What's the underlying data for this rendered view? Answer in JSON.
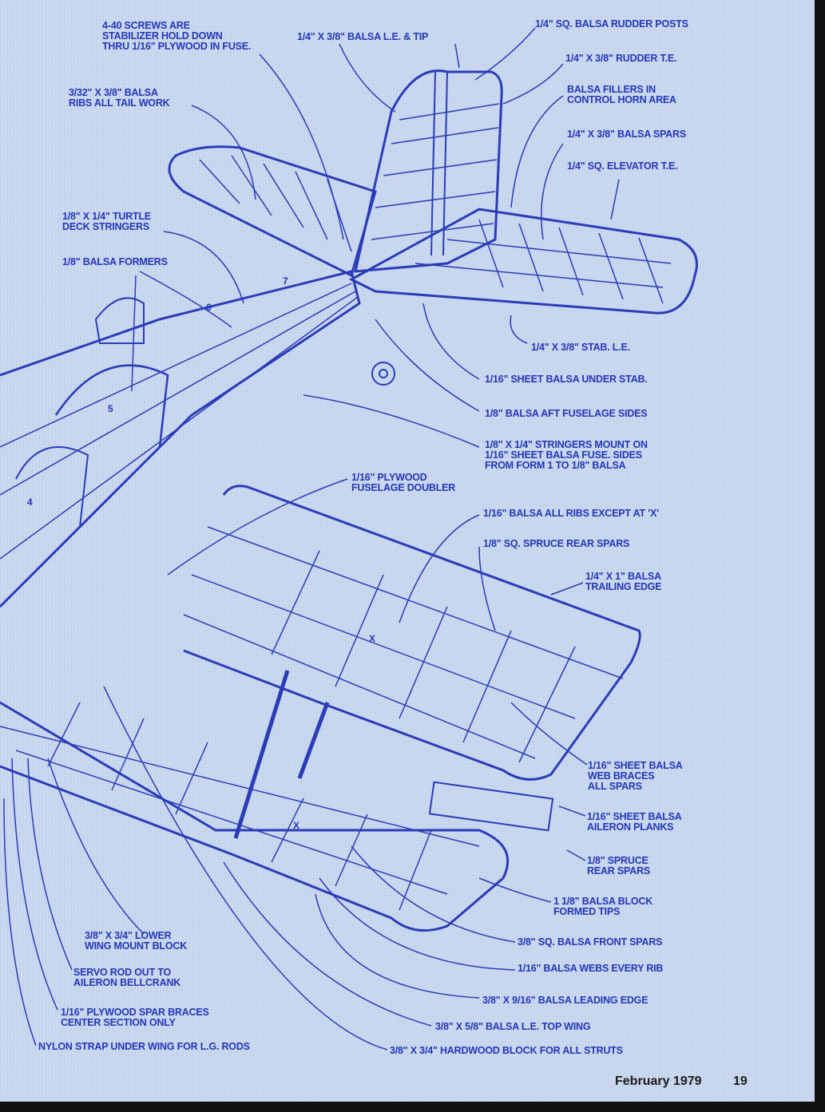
{
  "labels": {
    "screws": [
      "4-40 SCREWS ARE",
      "STABILIZER HOLD DOWN",
      "THRU 1/16\" PLYWOOD IN FUSE."
    ],
    "balsa_le_tip": [
      "1/4\" X 3/8\" BALSA L.E. & TIP"
    ],
    "rudder_posts": [
      "1/4\" SQ. BALSA RUDDER POSTS"
    ],
    "rudder_te": [
      "1/4\" X 3/8\" RUDDER T.E."
    ],
    "balsa_fillers": [
      "BALSA FILLERS IN",
      "CONTROL HORN AREA"
    ],
    "balsa_spars": [
      "1/4\" X 3/8\" BALSA SPARS"
    ],
    "elevator_te": [
      "1/4\" SQ. ELEVATOR T.E."
    ],
    "tail_ribs": [
      "3/32\" X 3/8\" BALSA",
      "RIBS ALL TAIL WORK"
    ],
    "turtle_deck": [
      "1/8\" X 1/4\" TURTLE",
      "DECK STRINGERS"
    ],
    "formers": [
      "1/8\" BALSA FORMERS"
    ],
    "stab_le": [
      "1/4\" X 3/8\" STAB. L.E."
    ],
    "sheet_under_stab": [
      "1/16\" SHEET BALSA UNDER STAB."
    ],
    "aft_fuselage": [
      "1/8\" BALSA AFT FUSELAGE SIDES"
    ],
    "stringers": [
      "1/8\" X 1/4\" STRINGERS MOUNT ON",
      "1/16\" SHEET BALSA FUSE. SIDES",
      "FROM FORM 1 TO 1/8\" BALSA"
    ],
    "fuselage_doubler": [
      "1/16\" PLYWOOD",
      "FUSELAGE DOUBLER"
    ],
    "all_ribs": [
      "1/16\" BALSA ALL RIBS EXCEPT AT 'X'"
    ],
    "rear_spars_sq": [
      "1/8\" SQ. SPRUCE REAR SPARS"
    ],
    "trailing_edge": [
      "1/4\" X 1\" BALSA",
      "TRAILING EDGE"
    ],
    "web_braces": [
      "1/16\" SHEET BALSA",
      "WEB BRACES",
      "ALL SPARS"
    ],
    "aileron_planks": [
      "1/16\" SHEET BALSA",
      "AILERON PLANKS"
    ],
    "spruce_rear": [
      "1/8\" SPRUCE",
      "REAR SPARS"
    ],
    "formed_tips": [
      "1 1/8\" BALSA BLOCK",
      "FORMED TIPS"
    ],
    "front_spars": [
      "3/8\" SQ. BALSA FRONT SPARS"
    ],
    "webs_every_rib": [
      "1/16\" BALSA WEBS EVERY RIB"
    ],
    "leading_edge": [
      "3/8\" X 9/16\" BALSA LEADING EDGE"
    ],
    "le_top_wing": [
      "3/8\" X 5/8\" BALSA  L.E. TOP WING"
    ],
    "hardwood_block": [
      "3/8\" X 3/4\" HARDWOOD BLOCK FOR ALL STRUTS"
    ],
    "lower_mount": [
      "3/8\" X 3/4\" LOWER",
      "WING MOUNT BLOCK"
    ],
    "servo_rod": [
      "SERVO ROD OUT TO",
      "AILERON BELLCRANK"
    ],
    "spar_braces": [
      "1/16\" PLYWOOD SPAR BRACES",
      "CENTER SECTION ONLY"
    ],
    "nylon_strap": [
      "NYLON STRAP UNDER WING FOR L.G. RODS"
    ]
  },
  "marks": {
    "former4": "4",
    "former5": "5",
    "former6": "6",
    "former7": "7",
    "x_upper": "X",
    "x_lower": "X"
  },
  "footer": {
    "date": "February 1979",
    "page": "19"
  },
  "colors": {
    "ink": "#2437b8",
    "paper": "#c9d8ef"
  }
}
